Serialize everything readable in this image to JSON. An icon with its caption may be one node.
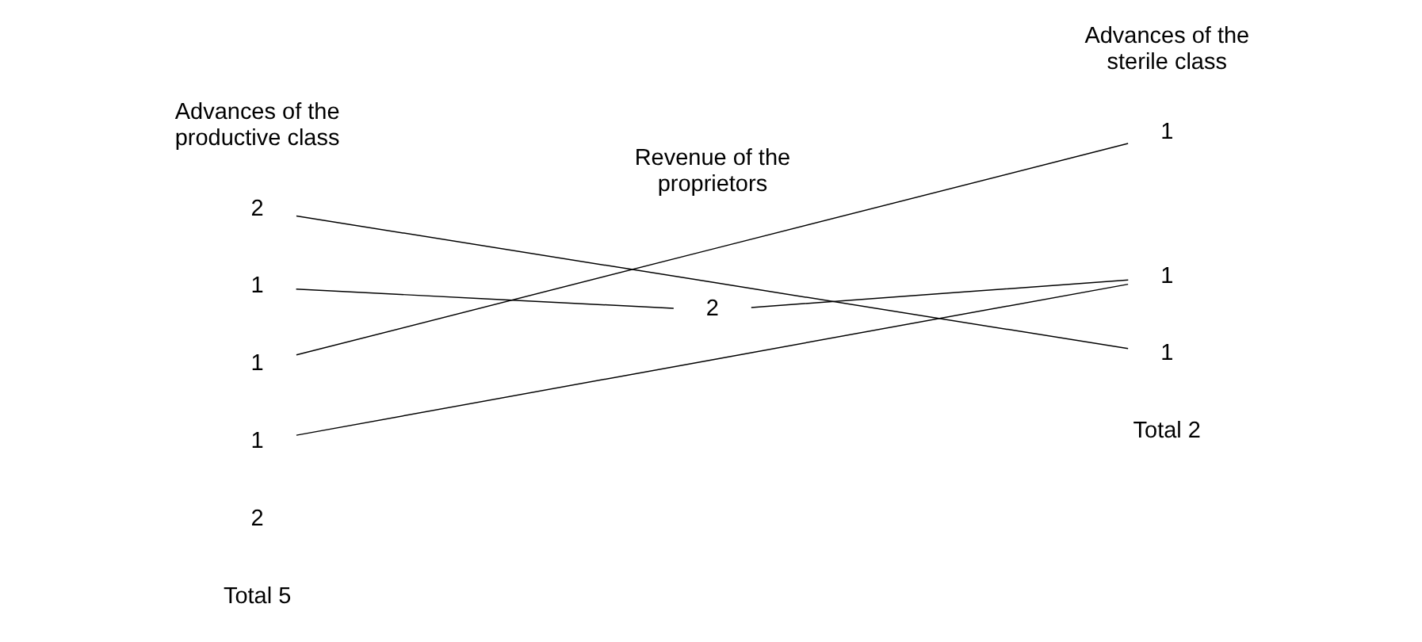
{
  "diagram": {
    "nodes": [
      {
        "text": [
          "2"
        ]
      },
      {
        "text": [
          "1"
        ]
      },
      {
        "text": [
          "1"
        ]
      },
      {
        "text": [
          "1"
        ]
      },
      {
        "text": [
          "2"
        ]
      },
      {
        "text": [
          "1"
        ]
      },
      {
        "text": [
          "1"
        ]
      },
      {
        "text": [
          "1"
        ]
      }
    ],
    "edges": [
      {
        "from": 0,
        "to": 7,
        "arrow": "none"
      },
      {
        "from": 1,
        "to": 4,
        "arrow": "none"
      },
      {
        "from": 4,
        "to": 6,
        "arrow": "none"
      },
      {
        "from": 2,
        "to": 5,
        "arrow": "none"
      },
      {
        "from": 3,
        "to": 6,
        "arrow": "none"
      }
    ],
    "labels": [
      "Advances of the productive class",
      "Revenue of the proprietors",
      "Advances of the sterile class",
      "2",
      "Total 5",
      "Total 2"
    ]
  }
}
